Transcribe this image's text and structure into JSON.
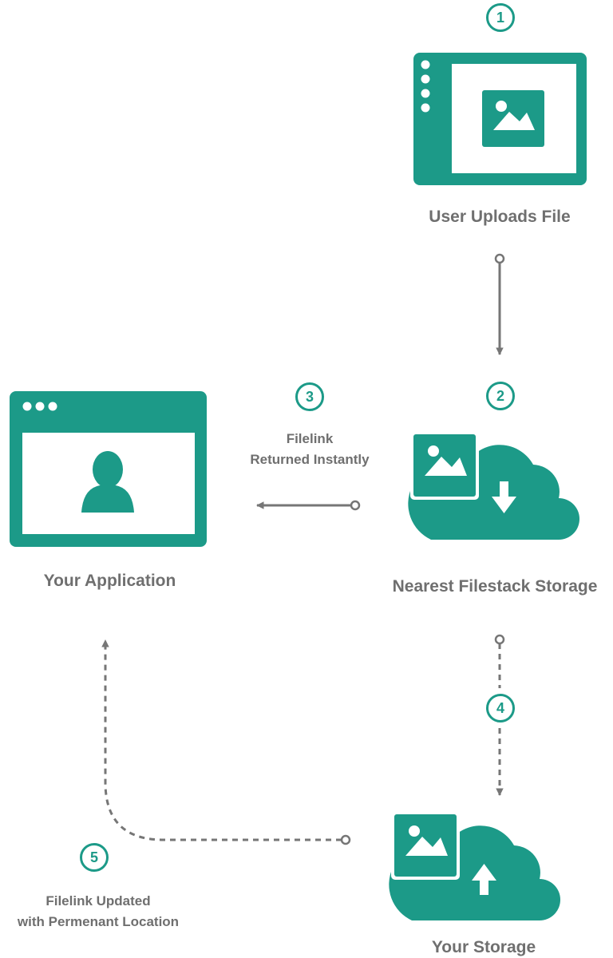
{
  "colors": {
    "teal": "#1c9a88",
    "gray": "#767676",
    "label": "#6f6f6f"
  },
  "nodes": {
    "upload": {
      "label": "User Uploads File",
      "icon": "browser-window-image-icon"
    },
    "filestack": {
      "label": "Nearest Filestack Storage",
      "icon": "cloud-download-image-icon"
    },
    "application": {
      "label": "Your Application",
      "icon": "app-window-user-icon"
    },
    "storage": {
      "label": "Your Storage",
      "icon": "cloud-upload-image-icon"
    }
  },
  "steps": [
    {
      "number": "1"
    },
    {
      "number": "2"
    },
    {
      "number": "3",
      "label_line1": "Filelink",
      "label_line2": "Returned Instantly"
    },
    {
      "number": "4"
    },
    {
      "number": "5",
      "label_line1": "Filelink Updated",
      "label_line2": "with Permenant Location"
    }
  ]
}
